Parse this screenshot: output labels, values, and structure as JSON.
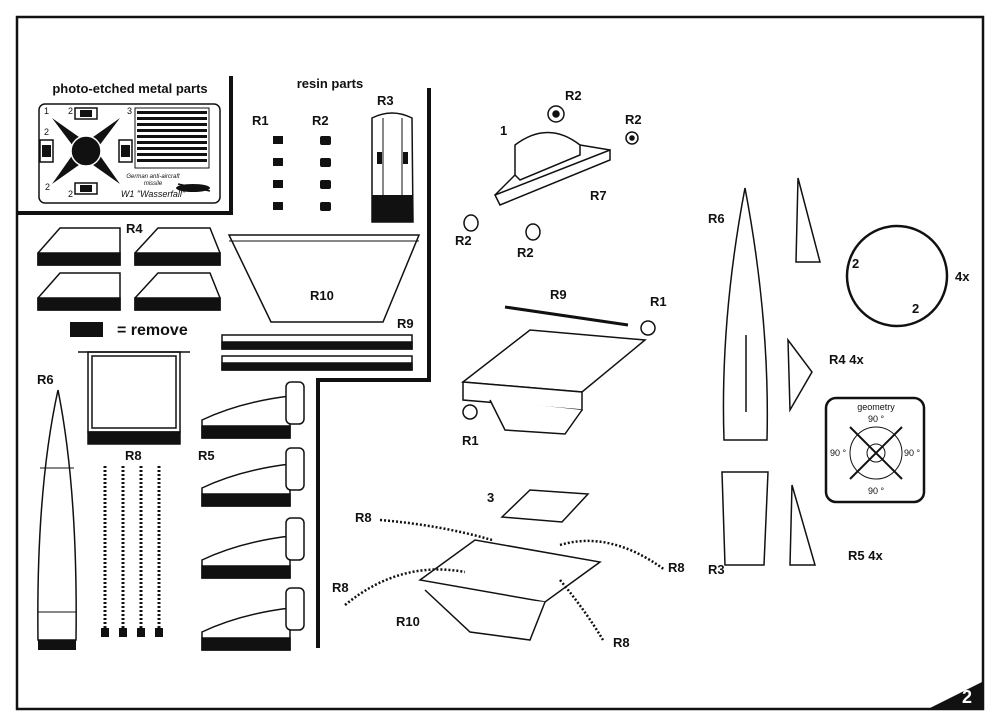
{
  "page": {
    "number": "2"
  },
  "sections": {
    "photo_etched_title": "photo-etched metal parts",
    "resin_title": "resin parts"
  },
  "fret": {
    "caption1": "German anti-aircraft",
    "caption2": "missile",
    "name": "W1 \"Wasserfall\"",
    "n1": "1",
    "n2a": "2",
    "n2b": "2",
    "n3": "3",
    "n2c": "2",
    "n2d": "2"
  },
  "labels": {
    "r1": "R1",
    "r2": "R2",
    "r3": "R3",
    "r4": "R4",
    "r5": "R5",
    "r6": "R6",
    "r7": "R7",
    "r8": "R8",
    "r9": "R9",
    "r10": "R10"
  },
  "remove_legend": "= remove",
  "assembly": {
    "step1": "1",
    "step3": "3",
    "r2a": "R2",
    "r2b": "R2",
    "r2c": "R2",
    "r2d": "R2",
    "r7": "R7",
    "r9": "R9",
    "r1a": "R1",
    "r1b": "R1",
    "r8a": "R8",
    "r8b": "R8",
    "r8c": "R8",
    "r8d": "R8",
    "r10": "R10",
    "r6": "R6",
    "r3": "R3",
    "r4x": "R4  4x",
    "r5x": "R5  4x",
    "detail_qty": "4x",
    "detail_n1": "2",
    "detail_n2": "2"
  },
  "geometry": {
    "title": "geometry",
    "top": "90 °",
    "left": "90 °",
    "right": "90 °",
    "bottom": "90 °"
  },
  "colors": {
    "ink": "#111111",
    "paper": "#ffffff"
  }
}
